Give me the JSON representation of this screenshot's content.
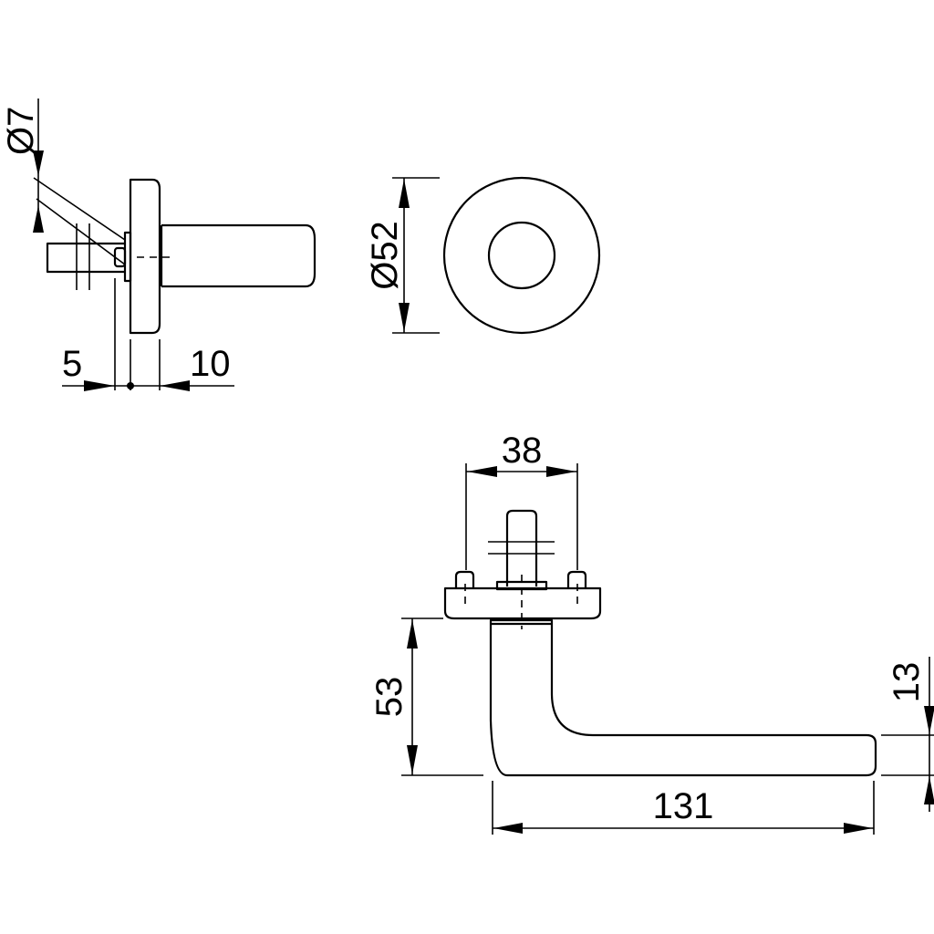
{
  "dimensions": {
    "spindle_diameter": "Ø7",
    "rose_diameter": "Ø52",
    "spindle_offset": "5",
    "rose_thickness": "10",
    "screw_spacing": "38",
    "handle_projection": "53",
    "handle_length": "131",
    "handle_thickness": "13"
  },
  "colors": {
    "line": "#000000",
    "background": "#ffffff"
  }
}
